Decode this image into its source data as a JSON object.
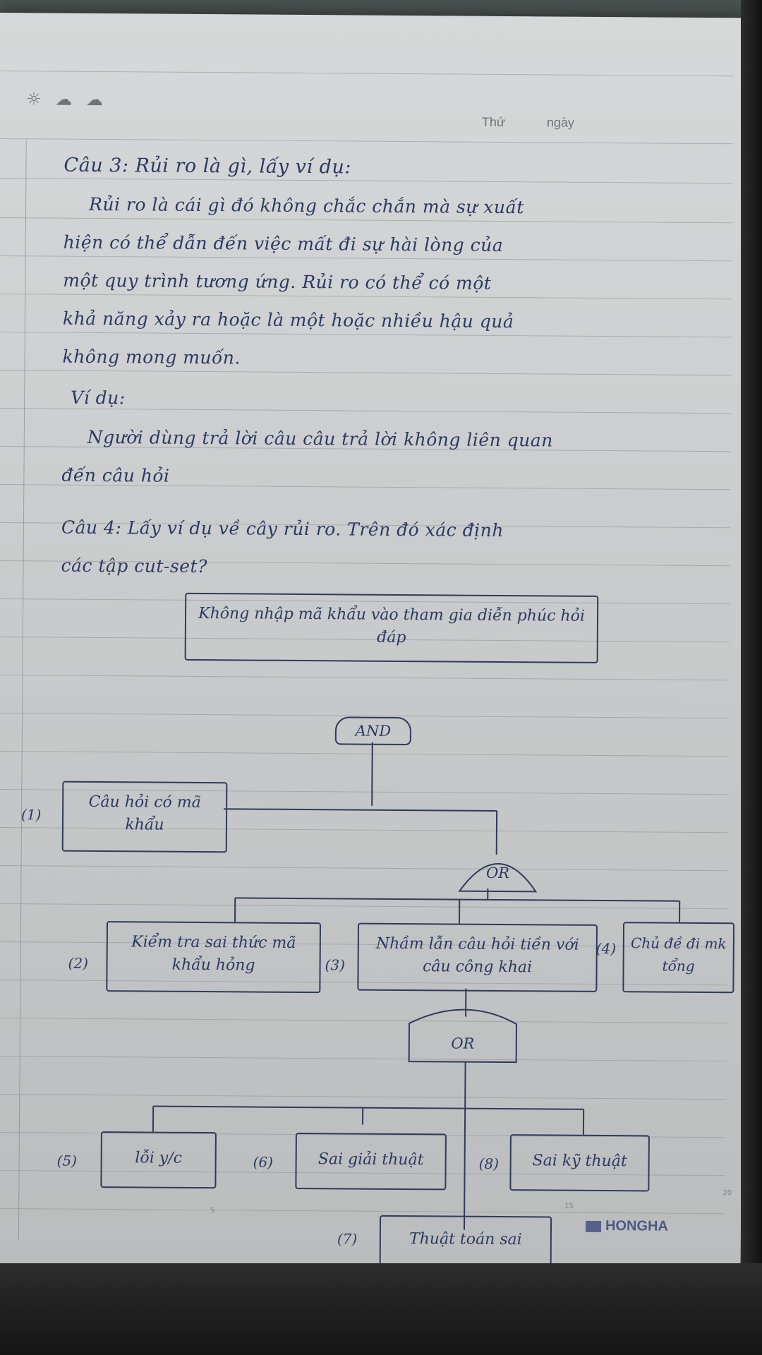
{
  "header": {
    "weather_icons": "☼ ☁ ☁",
    "day_label": "Thứ",
    "date_label": "ngày"
  },
  "notes": {
    "q3_title": "Câu 3: Rủi ro là gì, lấy ví dụ:",
    "q3_lines": [
      "Rủi ro là cái gì đó không chắc chắn mà sự xuất",
      "hiện có thể dẫn đến việc mất đi sự hài lòng của",
      "một quy trình tương ứng. Rủi ro có thể có một",
      "khả năng xảy ra hoặc là một hoặc nhiều hậu quả",
      "không mong muốn."
    ],
    "example_label": "Ví dụ:",
    "example_lines": [
      "Người dùng trả lời câu câu trả lời không liên quan",
      "đến câu hỏi"
    ],
    "q4_lines": [
      "Câu 4: Lấy ví dụ về cây rủi ro. Trên đó xác định",
      "các tập cut-set?"
    ]
  },
  "tree": {
    "root": "Không nhập mã khẩu vào tham gia diễn phúc hỏi đáp",
    "gate_and": "AND",
    "gate_or_1": "OR",
    "gate_or_2": "OR",
    "nodes": [
      {
        "num": "(1)",
        "text": "Câu hỏi có mã khẩu"
      },
      {
        "num": "(2)",
        "text": "Kiểm tra sai thức mã khẩu hỏng"
      },
      {
        "num": "(3)",
        "text": "Nhầm lẫn câu hỏi tiền với câu công khai"
      },
      {
        "num": "(4)",
        "text": "Chủ đề đi mk tổng"
      },
      {
        "num": "(5)",
        "text": "lỗi y/c"
      },
      {
        "num": "(6)",
        "text": "Sai giải thuật"
      },
      {
        "num": "(7)",
        "text": "Thuật toán sai"
      },
      {
        "num": "(8)",
        "text": "Sai kỹ thuật"
      }
    ]
  },
  "footer": {
    "brand": "HONGHA",
    "ruler_marks": [
      "5",
      "15",
      "20"
    ]
  }
}
